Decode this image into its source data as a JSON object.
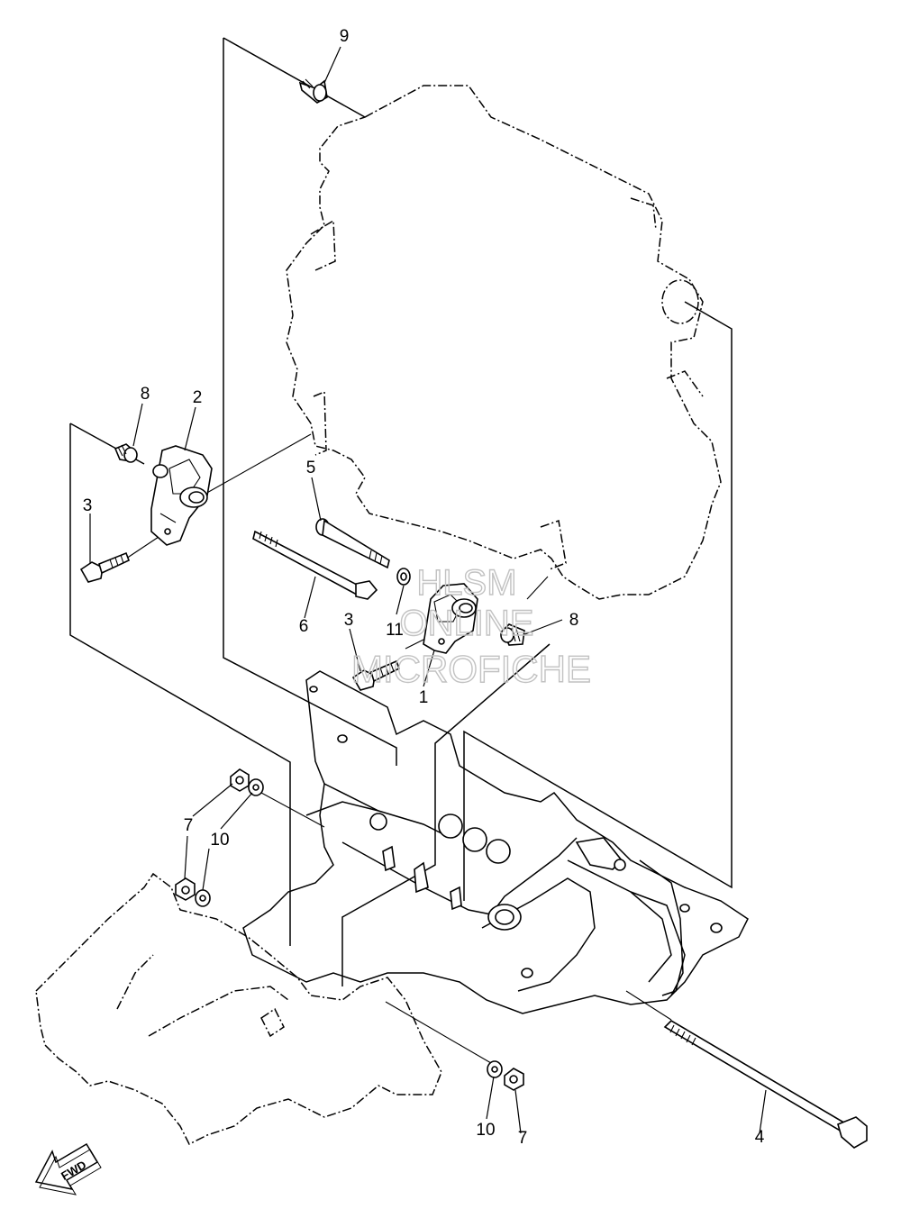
{
  "callouts": {
    "c1": "1",
    "c2": "2",
    "c3a": "3",
    "c3b": "3",
    "c4": "4",
    "c5": "5",
    "c6": "6",
    "c7a": "7",
    "c7b": "7",
    "c8a": "8",
    "c8b": "8",
    "c9": "9",
    "c10a": "10",
    "c10b": "10",
    "c11": "11"
  },
  "watermark": {
    "line1": "HLSM",
    "line2": "ONLINE",
    "line3": "MICROFICHE"
  },
  "direction_badge": "FWD"
}
